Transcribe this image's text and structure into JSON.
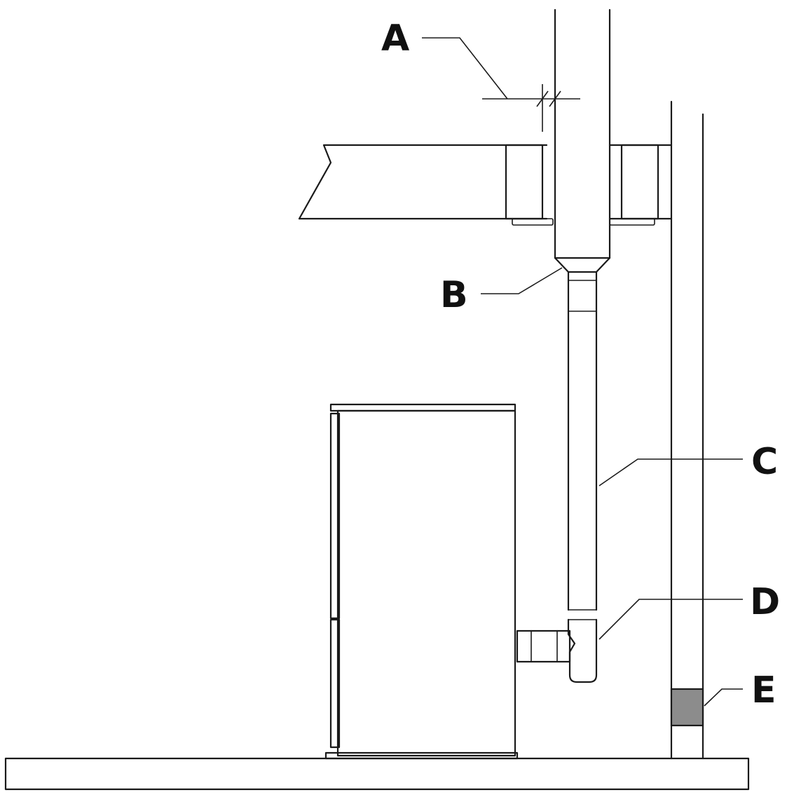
{
  "callouts": [
    {
      "id": "A",
      "label": "A"
    },
    {
      "id": "B",
      "label": "B"
    },
    {
      "id": "C",
      "label": "C"
    },
    {
      "id": "D",
      "label": "D"
    },
    {
      "id": "E",
      "label": "E"
    }
  ],
  "colors": {
    "line": "#1a1a1a",
    "paper": "#ffffff",
    "hatch": "#333333",
    "component_e_fill": "#8c8c8c"
  }
}
